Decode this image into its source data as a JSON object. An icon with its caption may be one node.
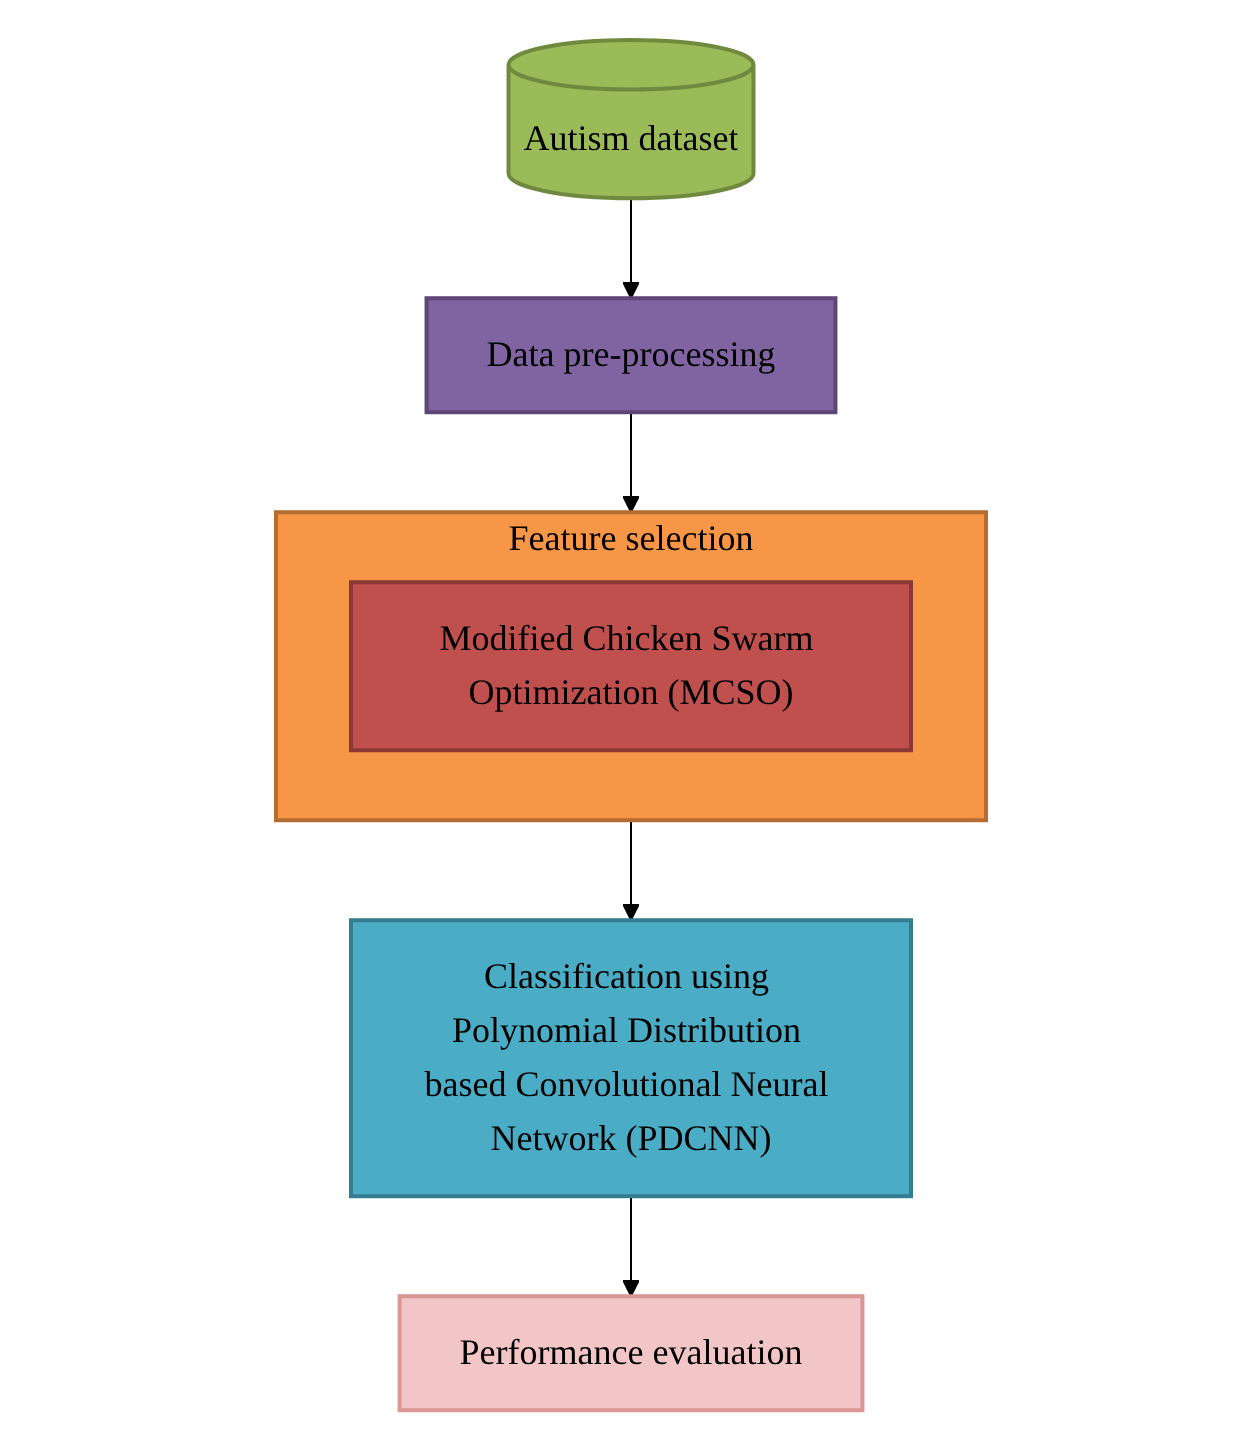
{
  "diagram": {
    "nodes": [
      {
        "text": [
          "Autism dataset"
        ]
      },
      {
        "text": [
          "Data pre-processing"
        ]
      },
      {
        "text": [
          "Feature selection"
        ]
      },
      {
        "text": [
          "Modified Chicken Swarm Optimization (MCSO)"
        ],
        "in": 2
      },
      {
        "text": [
          "Classification using Polynomial Distribution based Convolutional Neural Network (PDCNN)"
        ]
      },
      {
        "text": [
          "Performance evaluation"
        ]
      }
    ],
    "edges": [
      {
        "from": 0,
        "to": 1,
        "arrow": "to"
      },
      {
        "from": 1,
        "to": 2,
        "arrow": "to"
      },
      {
        "from": 2,
        "to": 4,
        "arrow": "to"
      },
      {
        "from": 4,
        "to": 5,
        "arrow": "to"
      }
    ]
  }
}
